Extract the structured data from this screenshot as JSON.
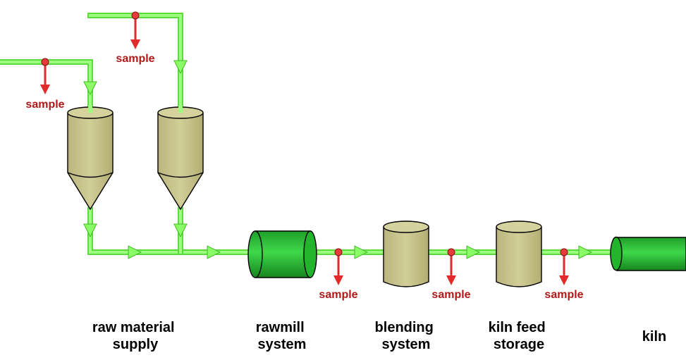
{
  "stages": [
    {
      "id": "raw-material-supply",
      "lines": [
        "raw material",
        "supply"
      ]
    },
    {
      "id": "rawmill-system",
      "lines": [
        "rawmill",
        "system"
      ]
    },
    {
      "id": "blending-system",
      "lines": [
        "blending",
        "system"
      ]
    },
    {
      "id": "kiln-feed-storage",
      "lines": [
        "kiln feed",
        "storage"
      ]
    },
    {
      "id": "kiln",
      "lines": [
        "kiln"
      ]
    }
  ],
  "sample_points": [
    {
      "label": "sample"
    },
    {
      "label": "sample"
    },
    {
      "label": "sample"
    },
    {
      "label": "sample"
    },
    {
      "label": "sample"
    }
  ],
  "colors": {
    "flow_line": "#7dfa5c",
    "flow_line_dark": "#2fbf1f",
    "sample_marker": "#e22a2a",
    "sample_text": "#b01818",
    "silo": "#c8c48c",
    "mill": "#23b42e"
  }
}
